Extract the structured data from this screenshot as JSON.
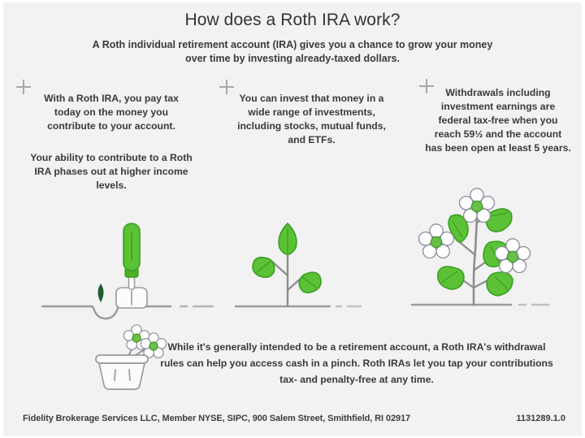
{
  "header": {
    "title": "How does a Roth IRA work?",
    "subtitle": "A Roth individual retirement account (IRA) gives you a chance to grow your money over time by investing already-taxed dollars."
  },
  "columns": [
    {
      "marker": "plus-icon",
      "paragraphs": [
        "With a Roth IRA, you pay tax today on the money you contribute to your account.",
        "Your ability to contribute to a Roth IRA phases out at higher income levels."
      ],
      "illustration": "seed-and-trowel"
    },
    {
      "marker": "plus-icon",
      "paragraphs": [
        "You can invest that money in a wide range of investments, including stocks, mutual funds, and ETFs."
      ],
      "illustration": "sprout-with-leaves"
    },
    {
      "marker": "plus-icon",
      "paragraphs": [
        "Withdrawals including investment earnings are federal tax-free when you reach 59½ and the account has been open at least 5 years."
      ],
      "illustration": "flowering-plant"
    }
  ],
  "bottom": {
    "illustration": "basket-with-flowers",
    "text": "While it's generally intended to be a retirement account, a Roth IRA's withdrawal rules can help you access cash in a pinch. Roth IRAs let you tap your contributions tax- and penalty-free at any time."
  },
  "footer": {
    "disclosure": "Fidelity Brokerage Services LLC, Member NYSE, SIPC, 900 Salem Street, Smithfield, RI 02917",
    "doc_id": "1131289.1.0"
  },
  "colors": {
    "background": "#f2f2f2",
    "text": "#3a3a3a",
    "leaf_green": "#5bc236",
    "leaf_green_dark": "#3b9e22",
    "handle_green": "#4caf26",
    "seed_dark_green": "#1f5c32",
    "stem_gray": "#8e8e8e",
    "ground_gray": "#9a9a9a",
    "flower_white": "#ffffff",
    "flower_center": "#6abf4b"
  }
}
